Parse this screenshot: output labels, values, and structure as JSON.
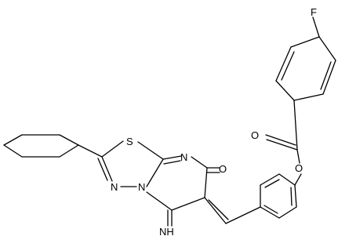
{
  "atoms": {
    "fluorine": "F",
    "sulfur": "S",
    "ring_nitrogen_top": "N",
    "ring_nitrogen_left": "N",
    "ring_nitrogen_bridge": "N",
    "carbonyl_oxygen_lactam": "O",
    "ester_carbonyl_oxygen": "O",
    "ester_oxygen": "O",
    "imine_label": "NH"
  }
}
